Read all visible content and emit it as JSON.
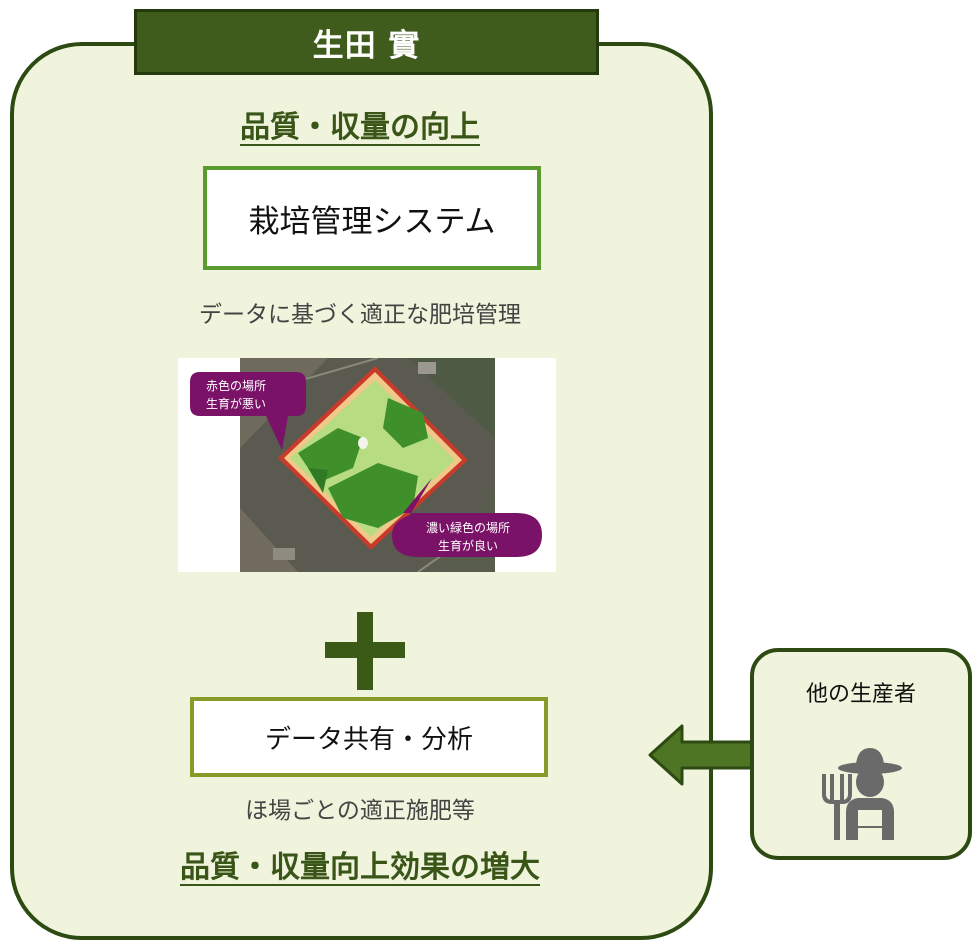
{
  "banner": {
    "name": "生田 實"
  },
  "main": {
    "heading": "品質・収量の向上",
    "system_label": "栽培管理システム",
    "system_caption": "データに基づく適正な肥培管理",
    "map": {
      "bubble_red_line1": "赤色の場所",
      "bubble_red_line2": "生育が悪い",
      "bubble_green_line1": "濃い緑色の場所",
      "bubble_green_line2": "生育が良い"
    },
    "plus_icon": "plus-icon",
    "share_label": "データ共有・分析",
    "share_caption": "ほ場ごとの適正施肥等",
    "result": "品質・収量向上効果の増大"
  },
  "producer": {
    "label": "他の生産者",
    "icon": "farmer-icon"
  },
  "connector": {
    "icon": "double-arrow-icon"
  },
  "colors": {
    "panel_bg": "#f0f4dc",
    "panel_border": "#2d4a12",
    "banner_bg": "#3f5c1c",
    "heading_text": "#3a5518",
    "system_border": "#5a9a2e",
    "share_border": "#8a9a28",
    "bubble": "#7a1268",
    "arrow": "#4e7523"
  }
}
